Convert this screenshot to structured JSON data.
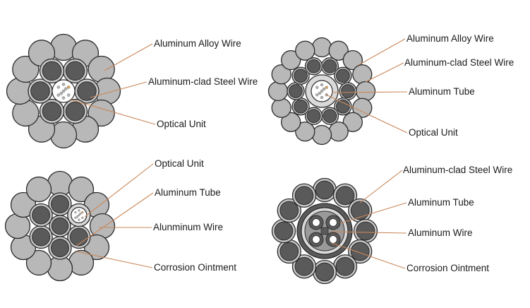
{
  "diagrams": [
    {
      "name": "q1",
      "labels": [
        "Aluminum Alloy Wire",
        "Aluminum-clad Steel Wire",
        "Optical Unit"
      ]
    },
    {
      "name": "q2",
      "labels": [
        "Aluminum Alloy Wire",
        "Aluminum-clad Steel Wire",
        "Aluminum Tube",
        "Optical Unit"
      ]
    },
    {
      "name": "q3",
      "labels": [
        "Optical Unit",
        "Aluminum Tube",
        "Alunminum Wire",
        "Corrosion Ointment"
      ]
    },
    {
      "name": "q4",
      "labels": [
        "Aluminum-clad Steel Wire",
        "Aluminum Tube",
        "Aluminum Wire",
        "Corrosion Ointment"
      ]
    }
  ],
  "colors": {
    "alloy_wire_fill": "#b8b8b8",
    "steel_wire_core": "#5a5a5a",
    "steel_wire_ring": "#c8c8c8",
    "outline": "#2b2b2b",
    "leader_line": "#c9875a",
    "tube_fill": "#d9d9d9"
  }
}
